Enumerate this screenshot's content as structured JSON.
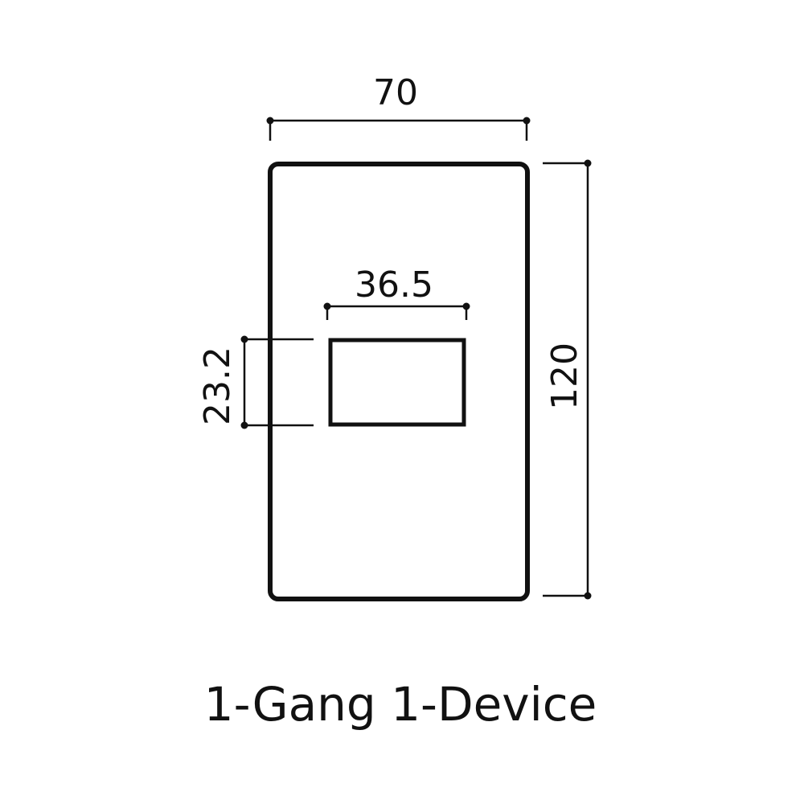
{
  "diagram": {
    "title": "1-Gang 1-Device",
    "plate": {
      "width_label": "70",
      "height_label": "120"
    },
    "opening": {
      "width_label": "36.5",
      "height_label": "23.2"
    },
    "colors": {
      "stroke": "#111111",
      "background": "#ffffff"
    }
  }
}
